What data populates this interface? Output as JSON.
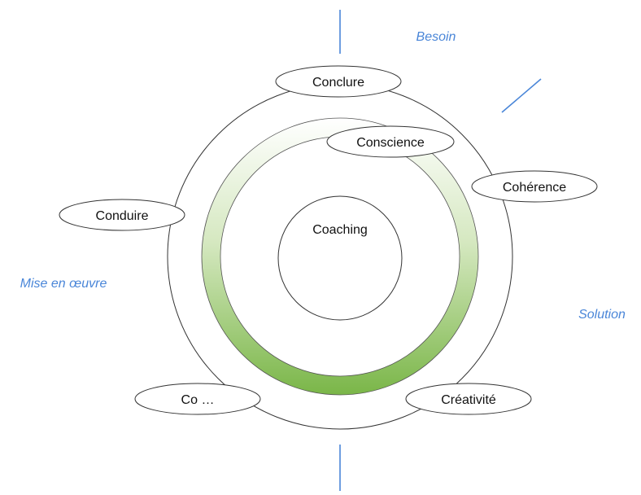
{
  "center": {
    "label": "Coaching"
  },
  "nodes": {
    "conclure": "Conclure",
    "conscience": "Conscience",
    "coherence": "Cohérence",
    "conduire": "Conduire",
    "co": "Co …",
    "creativite": "Créativité"
  },
  "side_labels": {
    "besoin": "Besoin",
    "mise_en_oeuvre": "Mise en œuvre",
    "solution": "Solution"
  },
  "colors": {
    "accent_line": "#4a86d8",
    "ring_green": "#7ab648",
    "ring_light": "#ffffff",
    "outline": "#333333"
  }
}
